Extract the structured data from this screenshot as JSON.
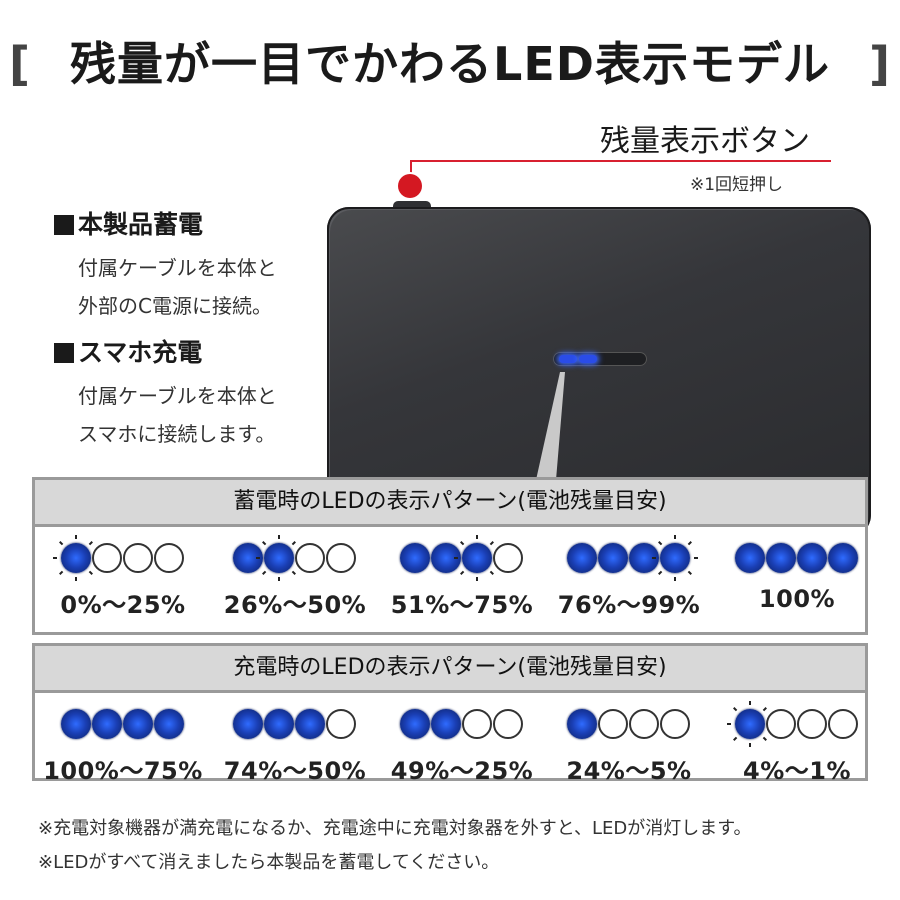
{
  "title": {
    "bracket_open": "[",
    "text": "残量が一目でかわるLED表示モデル",
    "bracket_close": "]"
  },
  "button_callout": {
    "label": "残量表示ボタン",
    "note": "※1回短押し",
    "marker_color": "#d41822"
  },
  "left_info": {
    "device_charge_heading": "本製品蓄電",
    "device_charge_line1": "付属ケーブルを本体と",
    "device_charge_line2": "外部のC電源に接続。",
    "phone_charge_heading": "スマホ充電",
    "phone_charge_line1": "付属ケーブルを本体と",
    "phone_charge_line2": "スマホに接続します。"
  },
  "discharge_panel": {
    "heading": "蓄電時のLEDの表示パターン(電池残量目安)",
    "groups": [
      {
        "label": "0%〜25%",
        "lit": 0,
        "blink": 1
      },
      {
        "label": "26%〜50%",
        "lit": 1,
        "blink": 2
      },
      {
        "label": "51%〜75%",
        "lit": 2,
        "blink": 3
      },
      {
        "label": "76%〜99%",
        "lit": 3,
        "blink": 4
      },
      {
        "label": "100%",
        "lit": 4,
        "blink": 0
      }
    ]
  },
  "charge_panel": {
    "heading": "充電時のLEDの表示パターン(電池残量目安)",
    "groups": [
      {
        "label": "100%〜75%",
        "lit": 4,
        "blink": 0
      },
      {
        "label": "74%〜50%",
        "lit": 3,
        "blink": 0
      },
      {
        "label": "49%〜25%",
        "lit": 2,
        "blink": 0
      },
      {
        "label": "24%〜5%",
        "lit": 1,
        "blink": 0
      },
      {
        "label": "4%〜1%",
        "lit": 0,
        "blink": 1
      }
    ]
  },
  "notes": {
    "line1": "※充電対象機器が満充電になるか、充電途中に充電対象器を外すと、LEDが消灯します。",
    "line2": "※LEDがすべて消えましたら本製品を蓄電してください。"
  },
  "colors": {
    "led_blue": "#1a3fb5",
    "panel_border": "#9a9a9a",
    "panel_header": "#d8d8d8",
    "device_body": "#35363a"
  }
}
